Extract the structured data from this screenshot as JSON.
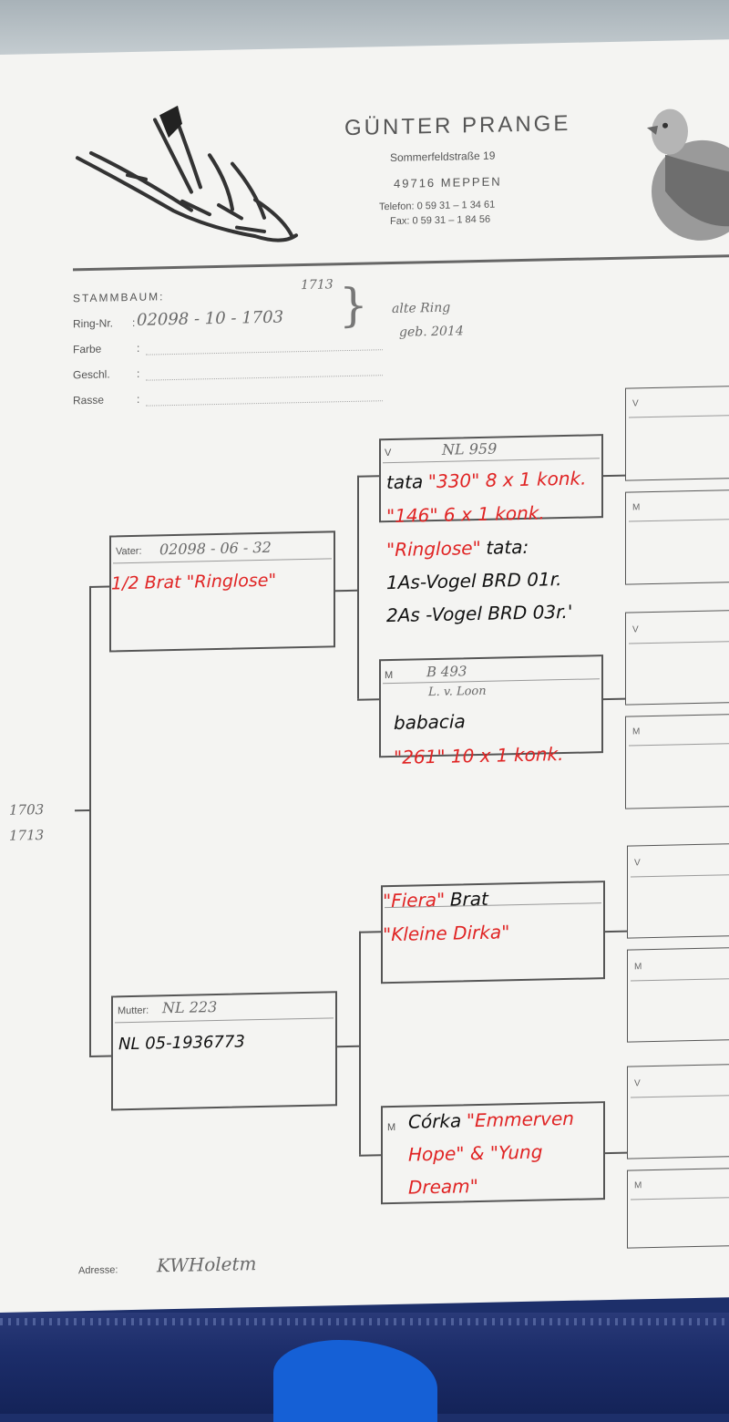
{
  "header": {
    "name": "GÜNTER PRANGE",
    "street": "Sommerfeldstraße 19",
    "city": "49716 MEPPEN",
    "phone": "Telefon: 0 59 31 – 1 34 61",
    "fax": "Fax: 0 59 31 – 1 84 56"
  },
  "fields": {
    "stammbaum": "STAMMBAUM:",
    "ring_label": "Ring-Nr.",
    "ring_colon": ":",
    "ring_value": "02098 - 10 - 1703",
    "ring_value_top": "1713",
    "ring_note1": "alte Ring",
    "ring_note2": "geb. 2014",
    "farbe_label": "Farbe",
    "geschl_label": "Geschl.",
    "rasse_label": "Rasse",
    "colon": ":"
  },
  "margin": {
    "line1": "1703",
    "line2": "1713"
  },
  "vater": {
    "label": "Vater:",
    "ring": "02098 - 06 - 32",
    "note_red": "1/2 Brat \"Ringlose\""
  },
  "mutter": {
    "label": "Mutter:",
    "ring": "NL 223",
    "note": "NL 05-1936773"
  },
  "vv": {
    "tag": "V",
    "ring": "NL 959",
    "l1_black": "tata",
    "l1_red": "\"330\" 8 x 1 konk.",
    "l2_red": "\"146\" 6 x 1 konk.",
    "l3_red": "\"Ringlose\"",
    "l3_black": "tata:",
    "l4_black": "1As-Vogel BRD 01r.",
    "l5_black": "2As -Vogel BRD 03r.'"
  },
  "vm": {
    "tag": "M",
    "ring": "B 493",
    "ring2": "L. v. Loon",
    "l1_black": "babacia",
    "l2_red": "\"261\" 10 x 1 konk."
  },
  "mv": {
    "red1": "\"Fiera\"",
    "black1": "Brat",
    "red2": "\"Kleine Dirka\""
  },
  "mm": {
    "tag": "M",
    "black1": "Córka",
    "red1": "\"Emmerven",
    "red2": "Hope\" & \"Yung",
    "red3": "Dream\""
  },
  "right_tags": {
    "v": "V",
    "m": "M"
  },
  "footer": {
    "label": "Adresse:",
    "value": "KWHoletm"
  }
}
